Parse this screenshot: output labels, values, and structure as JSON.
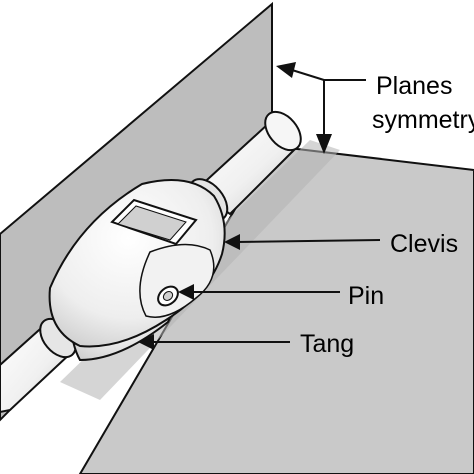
{
  "labels": {
    "planes": "Planes",
    "symmetry": "symmetry",
    "clevis": "Clevis",
    "pin": "Pin",
    "tang": "Tang"
  },
  "colors": {
    "background": "#ffffff",
    "plane_fill": "#bdbdbd",
    "shadow_fill": "#a7a7a7",
    "part_fill": "#f3f3f3",
    "part_shade": "#d4d4d4",
    "line": "#111111"
  }
}
